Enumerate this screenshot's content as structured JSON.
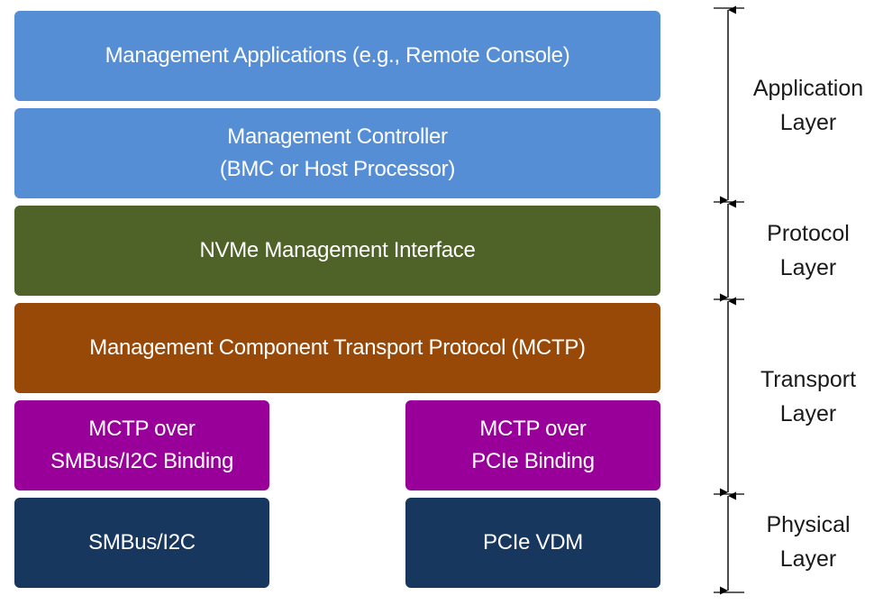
{
  "stack": {
    "management_applications": {
      "label": "Management Applications (e.g., Remote Console)",
      "color": "#558ed5"
    },
    "management_controller": {
      "line1": "Management Controller",
      "line2": "(BMC or Host Processor)",
      "color": "#558ed5"
    },
    "nvme_mi": {
      "label": "NVMe Management Interface",
      "color": "#4f6228"
    },
    "mctp": {
      "label": "Management Component Transport Protocol (MCTP)",
      "color": "#984807"
    },
    "mctp_smbus_binding": {
      "line1": "MCTP over",
      "line2": "SMBus/I2C Binding",
      "color": "#990099"
    },
    "mctp_pcie_binding": {
      "line1": "MCTP over",
      "line2": "PCIe Binding",
      "color": "#990099"
    },
    "smbus_i2c": {
      "label": "SMBus/I2C",
      "color": "#17375e"
    },
    "pcie_vdm": {
      "label": "PCIe VDM",
      "color": "#17375e"
    }
  },
  "layers": [
    {
      "line1": "Application",
      "line2": "Layer"
    },
    {
      "line1": "Protocol",
      "line2": "Layer"
    },
    {
      "line1": "Transport",
      "line2": "Layer"
    },
    {
      "line1": "Physical",
      "line2": "Layer"
    }
  ]
}
